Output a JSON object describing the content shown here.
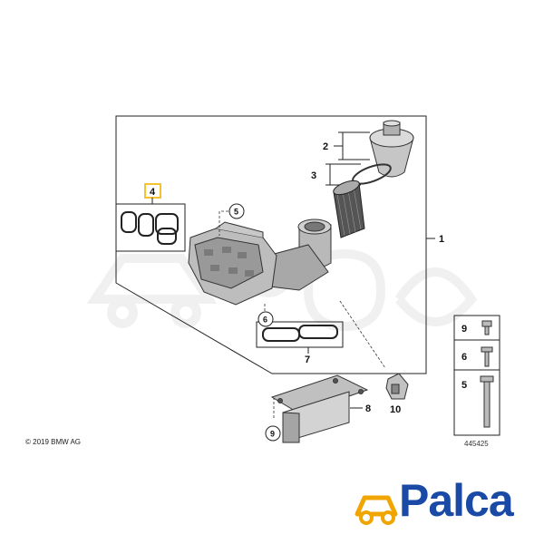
{
  "callouts": {
    "c1": "1",
    "c2": "2",
    "c3": "3",
    "c4": "4",
    "c5": "5",
    "c6": "6",
    "c7": "7",
    "c8": "8",
    "c9": "9",
    "c10": "10"
  },
  "legend": {
    "l9": "9",
    "l6": "6",
    "l5": "5"
  },
  "copyright": "© 2019 BMW AG",
  "doc_number": "445425",
  "logo": {
    "text": "Palca",
    "accent": "#f0a500",
    "brand": "#1a4aa5"
  },
  "colors": {
    "line": "#222222",
    "highlight": "#f2c230",
    "part_fill": "#b9b9b9",
    "part_dark": "#6d6d6d"
  }
}
